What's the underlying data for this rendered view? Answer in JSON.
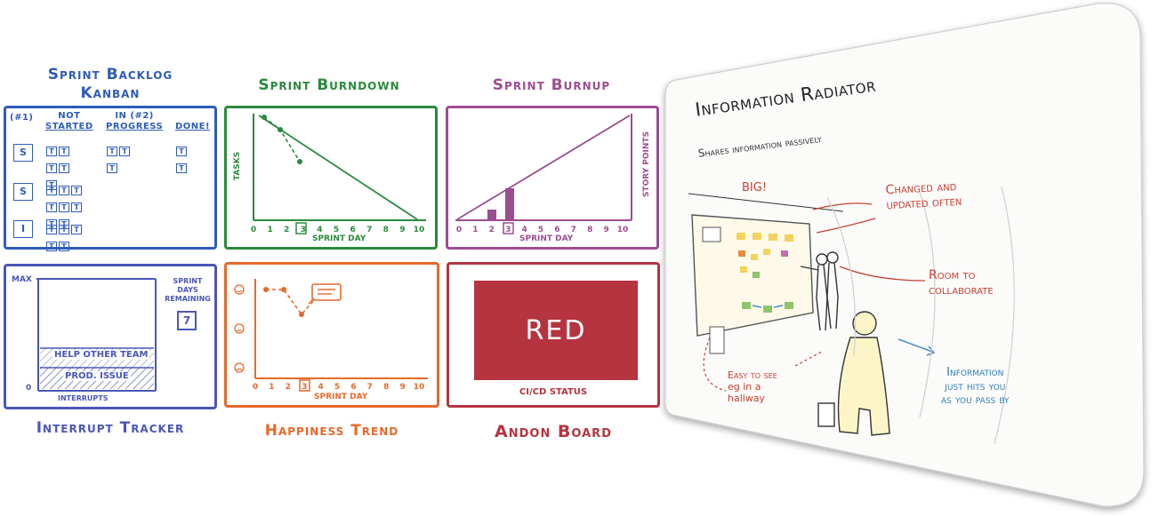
{
  "panels": {
    "kanban": {
      "title_line1": "Sprint Backlog",
      "title_line2": "Kanban",
      "col1": "(#1)",
      "col2_line1": "Not",
      "col2_line2": "Started",
      "col3_line1": "In (#2)",
      "col3_line2": "Progress",
      "col4": "Done!",
      "stories": [
        "S",
        "S",
        "I"
      ],
      "task_label": "T"
    },
    "burndown": {
      "title": "Sprint Burndown",
      "ylabel": "Tasks",
      "xlabel": "Sprint Day",
      "highlight_day": "3",
      "color": "#2a8a3c"
    },
    "burnup": {
      "title": "Sprint Burnup",
      "ylabel": "Story Points",
      "xlabel": "Sprint Day",
      "highlight_day": "3",
      "color": "#9c4d8f"
    },
    "interrupt": {
      "title": "Interrupt Tracker",
      "max_label": "Max",
      "zero_label": "0",
      "band1": "Help Other Team",
      "band2": "Prod. Issue",
      "xlabel": "Interrupts",
      "days_line1": "Sprint",
      "days_line2": "Days",
      "days_line3": "Remaining",
      "days_value": "7",
      "color": "#4a56b8"
    },
    "happiness": {
      "title": "Happiness Trend",
      "xlabel": "Sprint Day",
      "highlight_day": "3",
      "color": "#e8692a"
    },
    "andon": {
      "title": "Andon Board",
      "status": "RED",
      "caption": "CI/CD Status",
      "color": "#b5343f"
    }
  },
  "x_ticks": [
    "0",
    "1",
    "2",
    "3",
    "4",
    "5",
    "6",
    "7",
    "8",
    "9",
    "10"
  ],
  "radiator": {
    "title": "Information Radiator",
    "subtitle": "Shares information passively",
    "big": "BIG!",
    "note1_line1": "Changed and",
    "note1_line2": "updated often",
    "note2_line1": "Room to",
    "note2_line2": "collaborate",
    "note3_line1": "Easy to see",
    "note3_line2": "eg in a",
    "note3_line3": "hallway",
    "note4_line1": "Information",
    "note4_line2": "just hits you",
    "note4_line3": "as you pass by"
  },
  "chart_data": [
    {
      "type": "line",
      "x": [
        0,
        1,
        2,
        3,
        4,
        5,
        6,
        7,
        8,
        9,
        10
      ],
      "series": [
        {
          "values": [
            10,
            9,
            8,
            7,
            6,
            5,
            4,
            3,
            2,
            1,
            0
          ]
        },
        {
          "values": [
            10,
            10,
            8.5,
            6.5
          ]
        }
      ],
      "xlabel": "Sprint Day",
      "ylabel": "Tasks",
      "title": "Sprint Burndown"
    },
    {
      "type": "bar",
      "x": [
        0,
        1,
        2,
        3,
        4,
        5,
        6,
        7,
        8,
        9,
        10
      ],
      "values": [
        0,
        0,
        1,
        3
      ],
      "xlabel": "Sprint Day",
      "ylabel": "Story Points",
      "title": "Sprint Burnup"
    },
    {
      "type": "line",
      "x": [
        0,
        1,
        2,
        3
      ],
      "values": [
        1,
        1,
        1,
        0.5
      ],
      "xlabel": "Sprint Day",
      "title": "Happiness Trend"
    }
  ]
}
